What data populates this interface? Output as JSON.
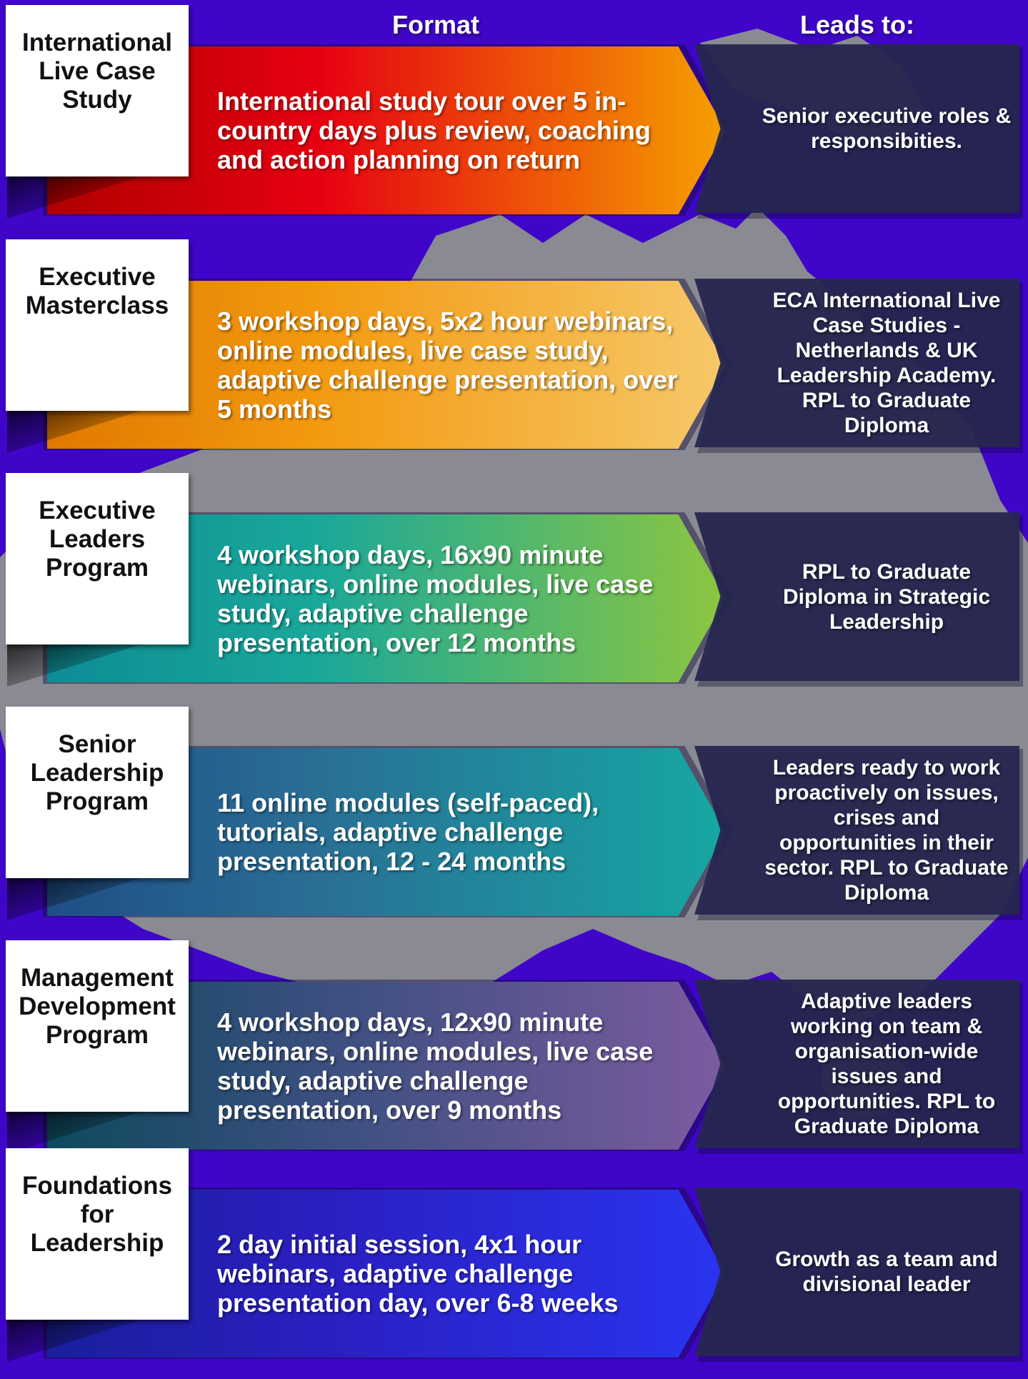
{
  "headers": {
    "format": "Format",
    "leads_to": "Leads to:"
  },
  "programs": [
    {
      "title": "International\nLive Case\nStudy",
      "format": "International study tour over 5 in-\ncountry days plus review, coaching\nand action planning on return",
      "leads_to": "Senior executive roles &\nresponsibities.",
      "colors": [
        "#b00000",
        "#e60012",
        "#f5a000"
      ]
    },
    {
      "title": "Executive\nMasterclass",
      "format": "3 workshop days, 5x2 hour webinars,\nonline modules, live case study,\nadaptive challenge presentation, over\n5 months",
      "leads_to": "ECA International Live\nCase Studies -\nNetherlands & UK\nLeadership Academy.\nRPL to Graduate\nDiploma",
      "colors": [
        "#e07800",
        "#f39a10",
        "#f6c86a"
      ]
    },
    {
      "title": "Executive\nLeaders\nProgram",
      "format": "4 workshop days, 16x90 minute\nwebinars, online modules, live case\nstudy, adaptive challenge\npresentation, over 12 months",
      "leads_to": "RPL to Graduate\nDiploma in Strategic\nLeadership",
      "colors": [
        "#0e8c95",
        "#1aa89a",
        "#8dc63f"
      ]
    },
    {
      "title": "Senior\nLeadership\nProgram",
      "format": "11 online modules (self-paced),\ntutorials, adaptive challenge\npresentation, 12 - 24 months",
      "leads_to": "Leaders ready to work\nproactively on issues,\ncrises and\nopportunities in their\nsector. RPL to Graduate\nDiploma",
      "colors": [
        "#1f4e86",
        "#2a6f95",
        "#16a7a3"
      ]
    },
    {
      "title": "Management\nDevelopment\nProgram",
      "format": "4 workshop days, 12x90 minute\nwebinars, online modules, live case\nstudy, adaptive challenge\npresentation, over 9 months",
      "leads_to": "Adaptive leaders\nworking on team &\norganisation-wide\nissues and\nopportunities. RPL to\nGraduate Diploma",
      "colors": [
        "#0d4a5e",
        "#3a4f7e",
        "#7c5ba0"
      ]
    },
    {
      "title": "Foundations\nfor\nLeadership",
      "format": "2 day initial session, 4x1 hour\nwebinars, adaptive challenge\npresentation day, over 6-8 weeks",
      "leads_to": "Growth as a team and\ndivisional leader",
      "colors": [
        "#1a1f9c",
        "#2a1fc0",
        "#2a34f0"
      ]
    }
  ]
}
